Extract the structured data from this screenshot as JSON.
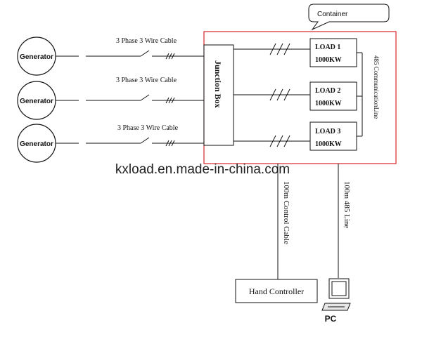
{
  "generators": [
    {
      "label": "Generator"
    },
    {
      "label": "Generator"
    },
    {
      "label": "Generator"
    }
  ],
  "cable_labels": [
    "3 Phase 3 Wire Cable",
    "3 Phase 3 Wire Cable",
    "3 Phase 3 Wire Cable"
  ],
  "container_label": "Container",
  "junction_box_label": "Junction Box",
  "loads": [
    {
      "name": "LOAD 1",
      "power": "1000KW"
    },
    {
      "name": "LOAD 2",
      "power": "1000KW"
    },
    {
      "name": "LOAD 3",
      "power": "1000KW"
    }
  ],
  "comm_line_label": "485 CommunicationLine",
  "watermark": "kxload.en.made-in-china.com",
  "control_cable_label": "100m Control Cable",
  "line_485_label": "100m 485 Line",
  "hand_controller_label": "Hand Controller",
  "pc_label": "PC",
  "colors": {
    "container_border": "#d8242c",
    "line": "#111111"
  }
}
